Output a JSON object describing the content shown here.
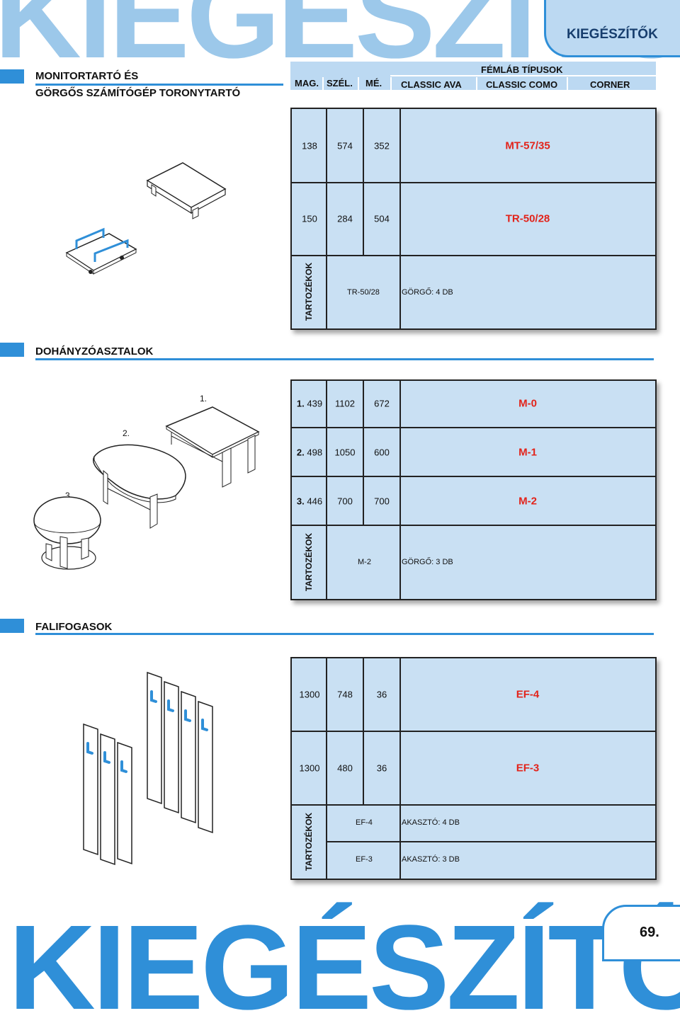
{
  "header": {
    "watermark_top": "KIEGÉSZÍTŐK",
    "tab_label": "KIEGÉSZÍTŐK",
    "watermark_bottom": "KIEGÉSZÍTŐK",
    "page_number": "69."
  },
  "columns": {
    "mag": "MAG.",
    "szel": "SZÉL.",
    "me": "MÉ.",
    "femlab": "FÉMLÁB TÍPUSOK",
    "classic_ava": "CLASSIC AVA",
    "classic_como": "CLASSIC COMO",
    "corner": "CORNER"
  },
  "sections": [
    {
      "title_line1": "MONITORTARTÓ ÉS",
      "title_line2": "GÖRGŐS SZÁMÍTÓGÉP TORONYTARTÓ",
      "rows": [
        {
          "mag": "138",
          "szel": "574",
          "me": "352",
          "code": "MT-57/35"
        },
        {
          "mag": "150",
          "szel": "284",
          "me": "504",
          "code": "TR-50/28"
        }
      ],
      "accessories_label": "TARTOZÉKOK",
      "accessories": [
        {
          "item": "TR-50/28",
          "desc": "GÖRGŐ: 4 DB"
        }
      ]
    },
    {
      "title": "DOHÁNYZÓASZTALOK",
      "image_labels": [
        "1.",
        "2.",
        "3."
      ],
      "rows": [
        {
          "idx": "1.",
          "mag": "439",
          "szel": "1102",
          "me": "672",
          "code": "M-0"
        },
        {
          "idx": "2.",
          "mag": "498",
          "szel": "1050",
          "me": "600",
          "code": "M-1"
        },
        {
          "idx": "3.",
          "mag": "446",
          "szel": "700",
          "me": "700",
          "code": "M-2"
        }
      ],
      "accessories_label": "TARTOZÉKOK",
      "accessories": [
        {
          "item": "M-2",
          "desc": "GÖRGŐ: 3 DB"
        }
      ]
    },
    {
      "title": "FALIFOGASOK",
      "rows": [
        {
          "mag": "1300",
          "szel": "748",
          "me": "36",
          "code": "EF-4"
        },
        {
          "mag": "1300",
          "szel": "480",
          "me": "36",
          "code": "EF-3"
        }
      ],
      "accessories_label": "TARTOZÉKOK",
      "accessories": [
        {
          "item": "EF-4",
          "desc": "AKASZTÓ: 4 DB"
        },
        {
          "item": "EF-3",
          "desc": "AKASZTÓ: 3 DB"
        }
      ]
    }
  ],
  "colors": {
    "accent": "#2f8fd8",
    "table_fill": "#c9e0f3",
    "code_red": "#e2231a"
  }
}
